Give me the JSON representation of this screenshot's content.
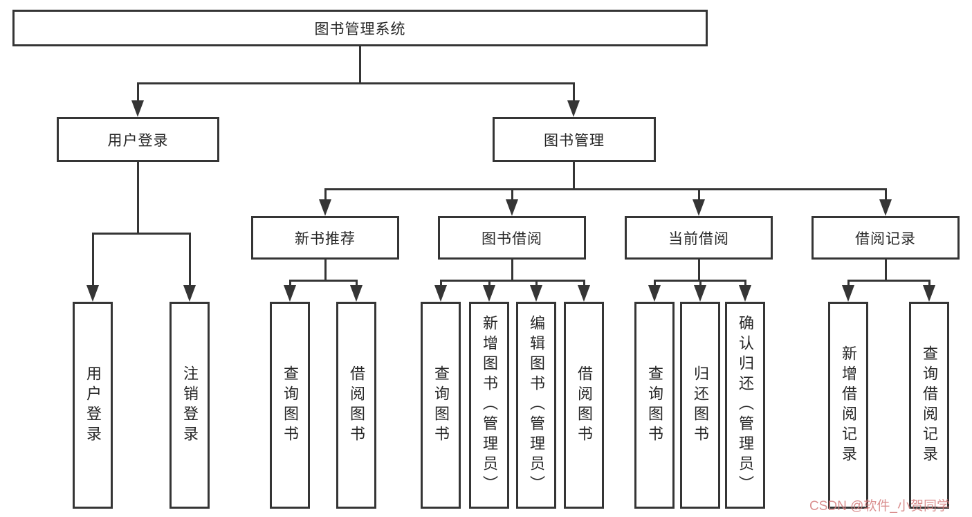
{
  "tree": {
    "root": {
      "label": "图书管理系统"
    },
    "user_login": {
      "label": "用户登录",
      "children": [
        {
          "label": "用户登录"
        },
        {
          "label": "注销登录"
        }
      ]
    },
    "book_mgmt": {
      "label": "图书管理",
      "sections": [
        {
          "label": "新书推荐",
          "children": [
            {
              "label": "查询图书"
            },
            {
              "label": "借阅图书"
            }
          ]
        },
        {
          "label": "图书借阅",
          "children": [
            {
              "label": "查询图书"
            },
            {
              "label": "新增图书（管理员）"
            },
            {
              "label": "编辑图书（管理员）"
            },
            {
              "label": "借阅图书"
            }
          ]
        },
        {
          "label": "当前借阅",
          "children": [
            {
              "label": "查询图书"
            },
            {
              "label": "归还图书"
            },
            {
              "label": "确认归还（管理员）"
            }
          ]
        },
        {
          "label": "借阅记录",
          "children": [
            {
              "label": "新增借阅记录"
            },
            {
              "label": "查询借阅记录"
            }
          ]
        }
      ]
    }
  },
  "watermark": {
    "text": "CSDN @软件_小贺同学"
  },
  "colors": {
    "line": "#353535",
    "text": "#262626",
    "background": "#ffffff",
    "watermark": "#d37d7d"
  }
}
